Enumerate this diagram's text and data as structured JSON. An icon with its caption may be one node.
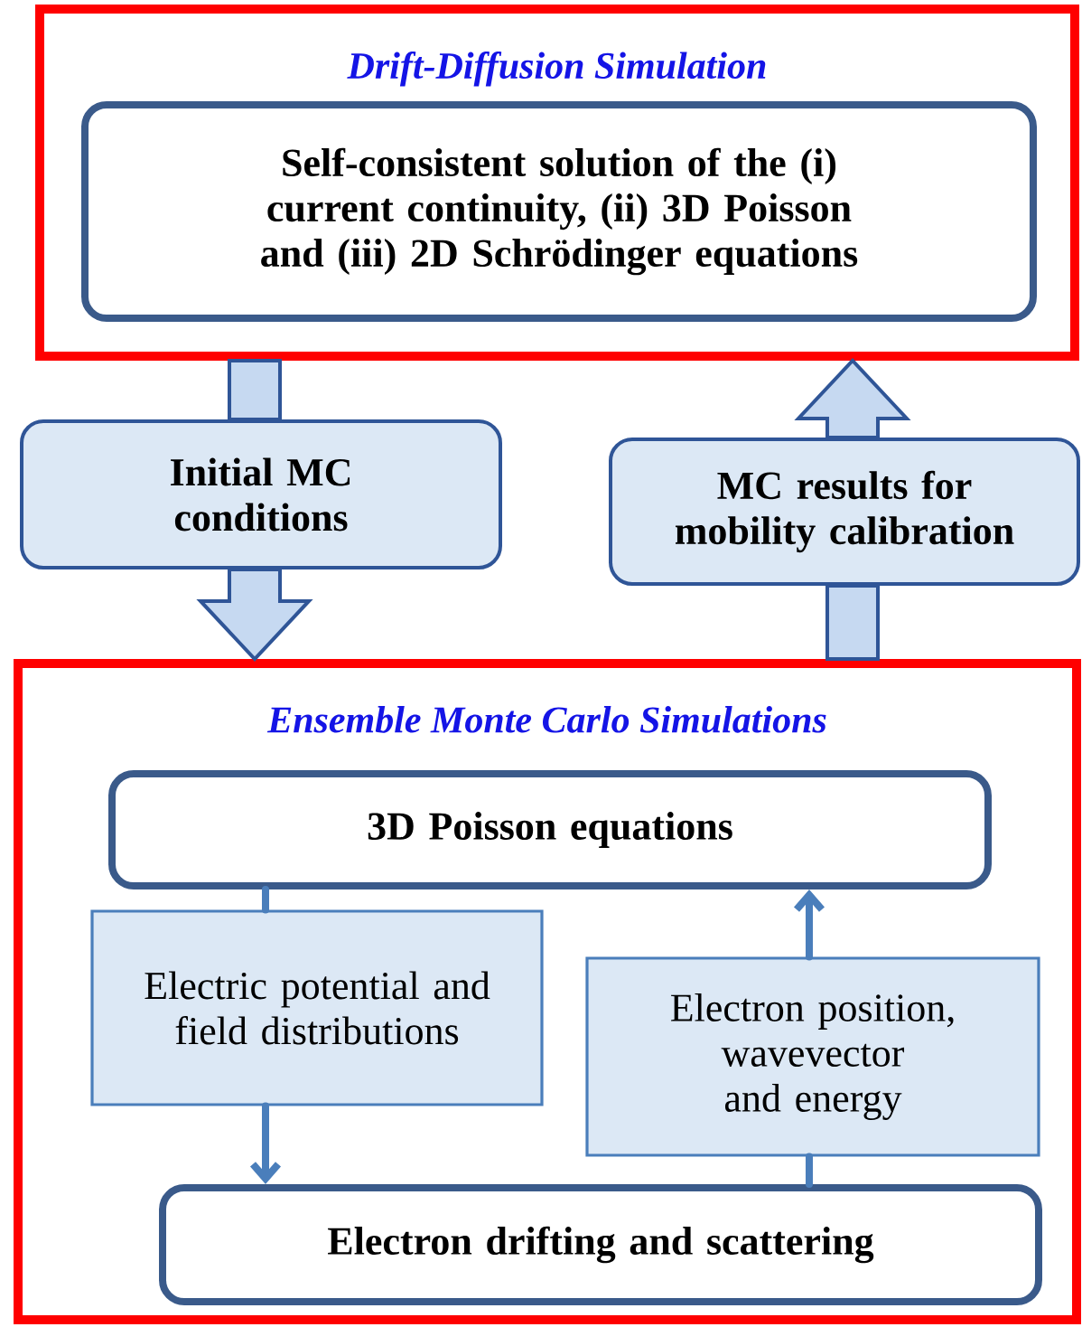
{
  "diagram": {
    "nodes": [
      {
        "text": [
          "Drift-Diffusion Simulation"
        ]
      },
      {
        "text": [
          "Self-consistent solution of the (i) current continuity, (ii) 3D Poisson and (iii) 2D Schrödinger equations"
        ],
        "in": 0
      },
      {
        "text": [
          "Initial MC conditions"
        ]
      },
      {
        "text": [
          "MC results for mobility calibration"
        ]
      },
      {
        "text": [
          "Ensemble Monte Carlo Simulations"
        ]
      },
      {
        "text": [
          "3D Poisson equations"
        ],
        "in": 4
      },
      {
        "text": [
          "Electric potential and field distributions"
        ],
        "in": 4
      },
      {
        "text": [
          "Electron position, wavevector and energy"
        ],
        "in": 4
      },
      {
        "text": [
          "Electron drifting and scattering"
        ],
        "in": 4
      }
    ],
    "edges": [
      {
        "from": 0,
        "to": 2,
        "arrow": "none",
        "style": "thick"
      },
      {
        "from": 2,
        "to": 4,
        "arrow": "to",
        "style": "thick"
      },
      {
        "from": 4,
        "to": 3,
        "arrow": "none",
        "style": "thick"
      },
      {
        "from": 3,
        "to": 0,
        "arrow": "to",
        "style": "thick"
      },
      {
        "from": 5,
        "to": 6,
        "arrow": "none"
      },
      {
        "from": 6,
        "to": 8,
        "arrow": "to"
      },
      {
        "from": 8,
        "to": 7,
        "arrow": "none"
      },
      {
        "from": 7,
        "to": 5,
        "arrow": "to"
      }
    ]
  }
}
